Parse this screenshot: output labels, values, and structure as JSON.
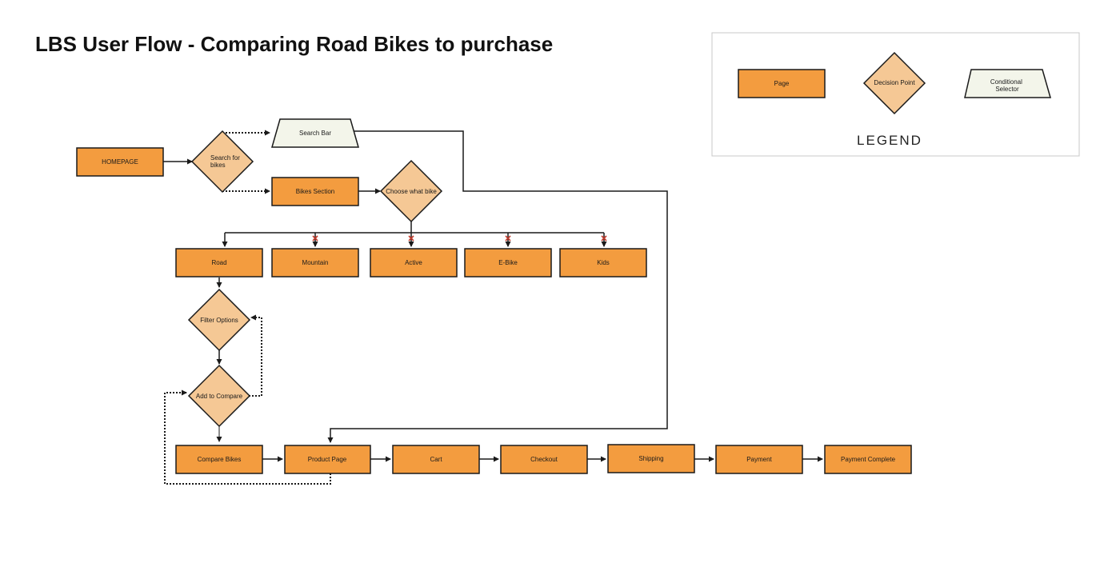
{
  "title": "LBS User Flow - Comparing Road Bikes to purchase",
  "colors": {
    "page_fill": "#F39C3F",
    "decision_fill": "#F5C895",
    "selector_fill": "#F3F5EA",
    "stroke": "#1a1a1a",
    "blocked_marker": "#C0392B"
  },
  "nodes": {
    "homepage": "HOMEPAGE",
    "search_for_bikes": [
      "Search for",
      "bikes"
    ],
    "search_bar": "Search Bar",
    "bikes_section": "Bikes Section",
    "choose_what_bike": "Choose what bike",
    "road": "Road",
    "mountain": "Mountain",
    "active": "Active",
    "ebike": "E-Bike",
    "kids": "Kids",
    "filter_options": "Filter Options",
    "add_to_compare": "Add to Compare",
    "compare_bikes": "Compare Bikes",
    "product_page": "Product Page",
    "cart": "Cart",
    "checkout": "Checkout",
    "shipping": "Shipping",
    "payment": "Payment",
    "payment_complete": "Payment Complete"
  },
  "legend": {
    "title": "LEGEND",
    "page": "Page",
    "decision_point": "Decision Point",
    "conditional_selector": [
      "Conditional",
      "Selector"
    ]
  }
}
